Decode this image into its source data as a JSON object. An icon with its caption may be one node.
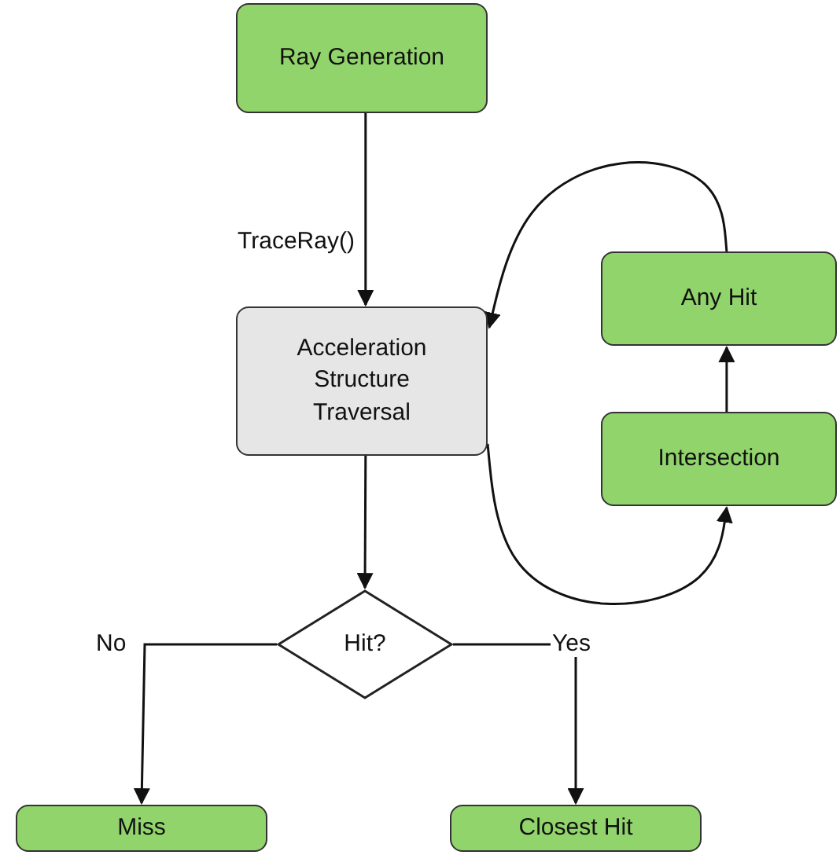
{
  "diagram": {
    "nodes": [
      {
        "text": [
          "Ray Generation"
        ]
      },
      {
        "text": [
          "Acceleration Structure Traversal"
        ]
      },
      {
        "text": [
          "Any Hit"
        ]
      },
      {
        "text": [
          "Intersection"
        ]
      },
      {
        "text": [
          "Hit?"
        ]
      },
      {
        "text": [
          "Miss"
        ]
      },
      {
        "text": [
          "Closest Hit"
        ]
      }
    ],
    "edges": [
      {
        "from": 0,
        "to": 1,
        "arrow": "to",
        "label": "TraceRay()"
      },
      {
        "from": 1,
        "to": 3,
        "arrow": "to"
      },
      {
        "from": 3,
        "to": 2,
        "arrow": "to"
      },
      {
        "from": 2,
        "to": 1,
        "arrow": "to"
      },
      {
        "from": 1,
        "to": 4,
        "arrow": "to"
      },
      {
        "from": 4,
        "to": 5,
        "arrow": "to",
        "label": "No"
      },
      {
        "from": 4,
        "to": 6,
        "arrow": "to",
        "label": "Yes"
      }
    ]
  }
}
